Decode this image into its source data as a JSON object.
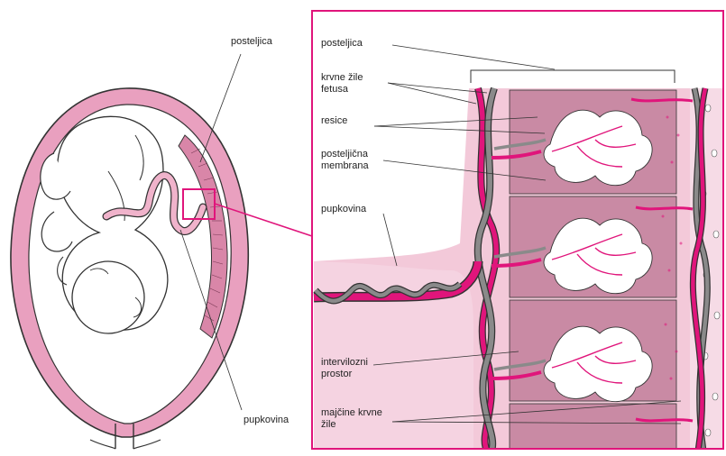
{
  "labels": {
    "left_placenta": "posteljica",
    "left_cord": "pupkovina",
    "right_placenta": "posteljica",
    "fetal_vessels": "krvne žile fetusa",
    "villi": "resice",
    "placental_membrane": "posteljična membrana",
    "right_cord": "pupkovina",
    "intervillous_space": "intervilozni prostor",
    "maternal_vessels": "majčine krvne žile"
  },
  "colors": {
    "accent": "#e0157b",
    "uterus_wall": "#e9a0bf",
    "uterus_fill": "#f6d6e4",
    "tissue_dark": "#c98aa4",
    "tissue_light": "#f3c9d9",
    "vein_gray": "#8a8a8a"
  }
}
